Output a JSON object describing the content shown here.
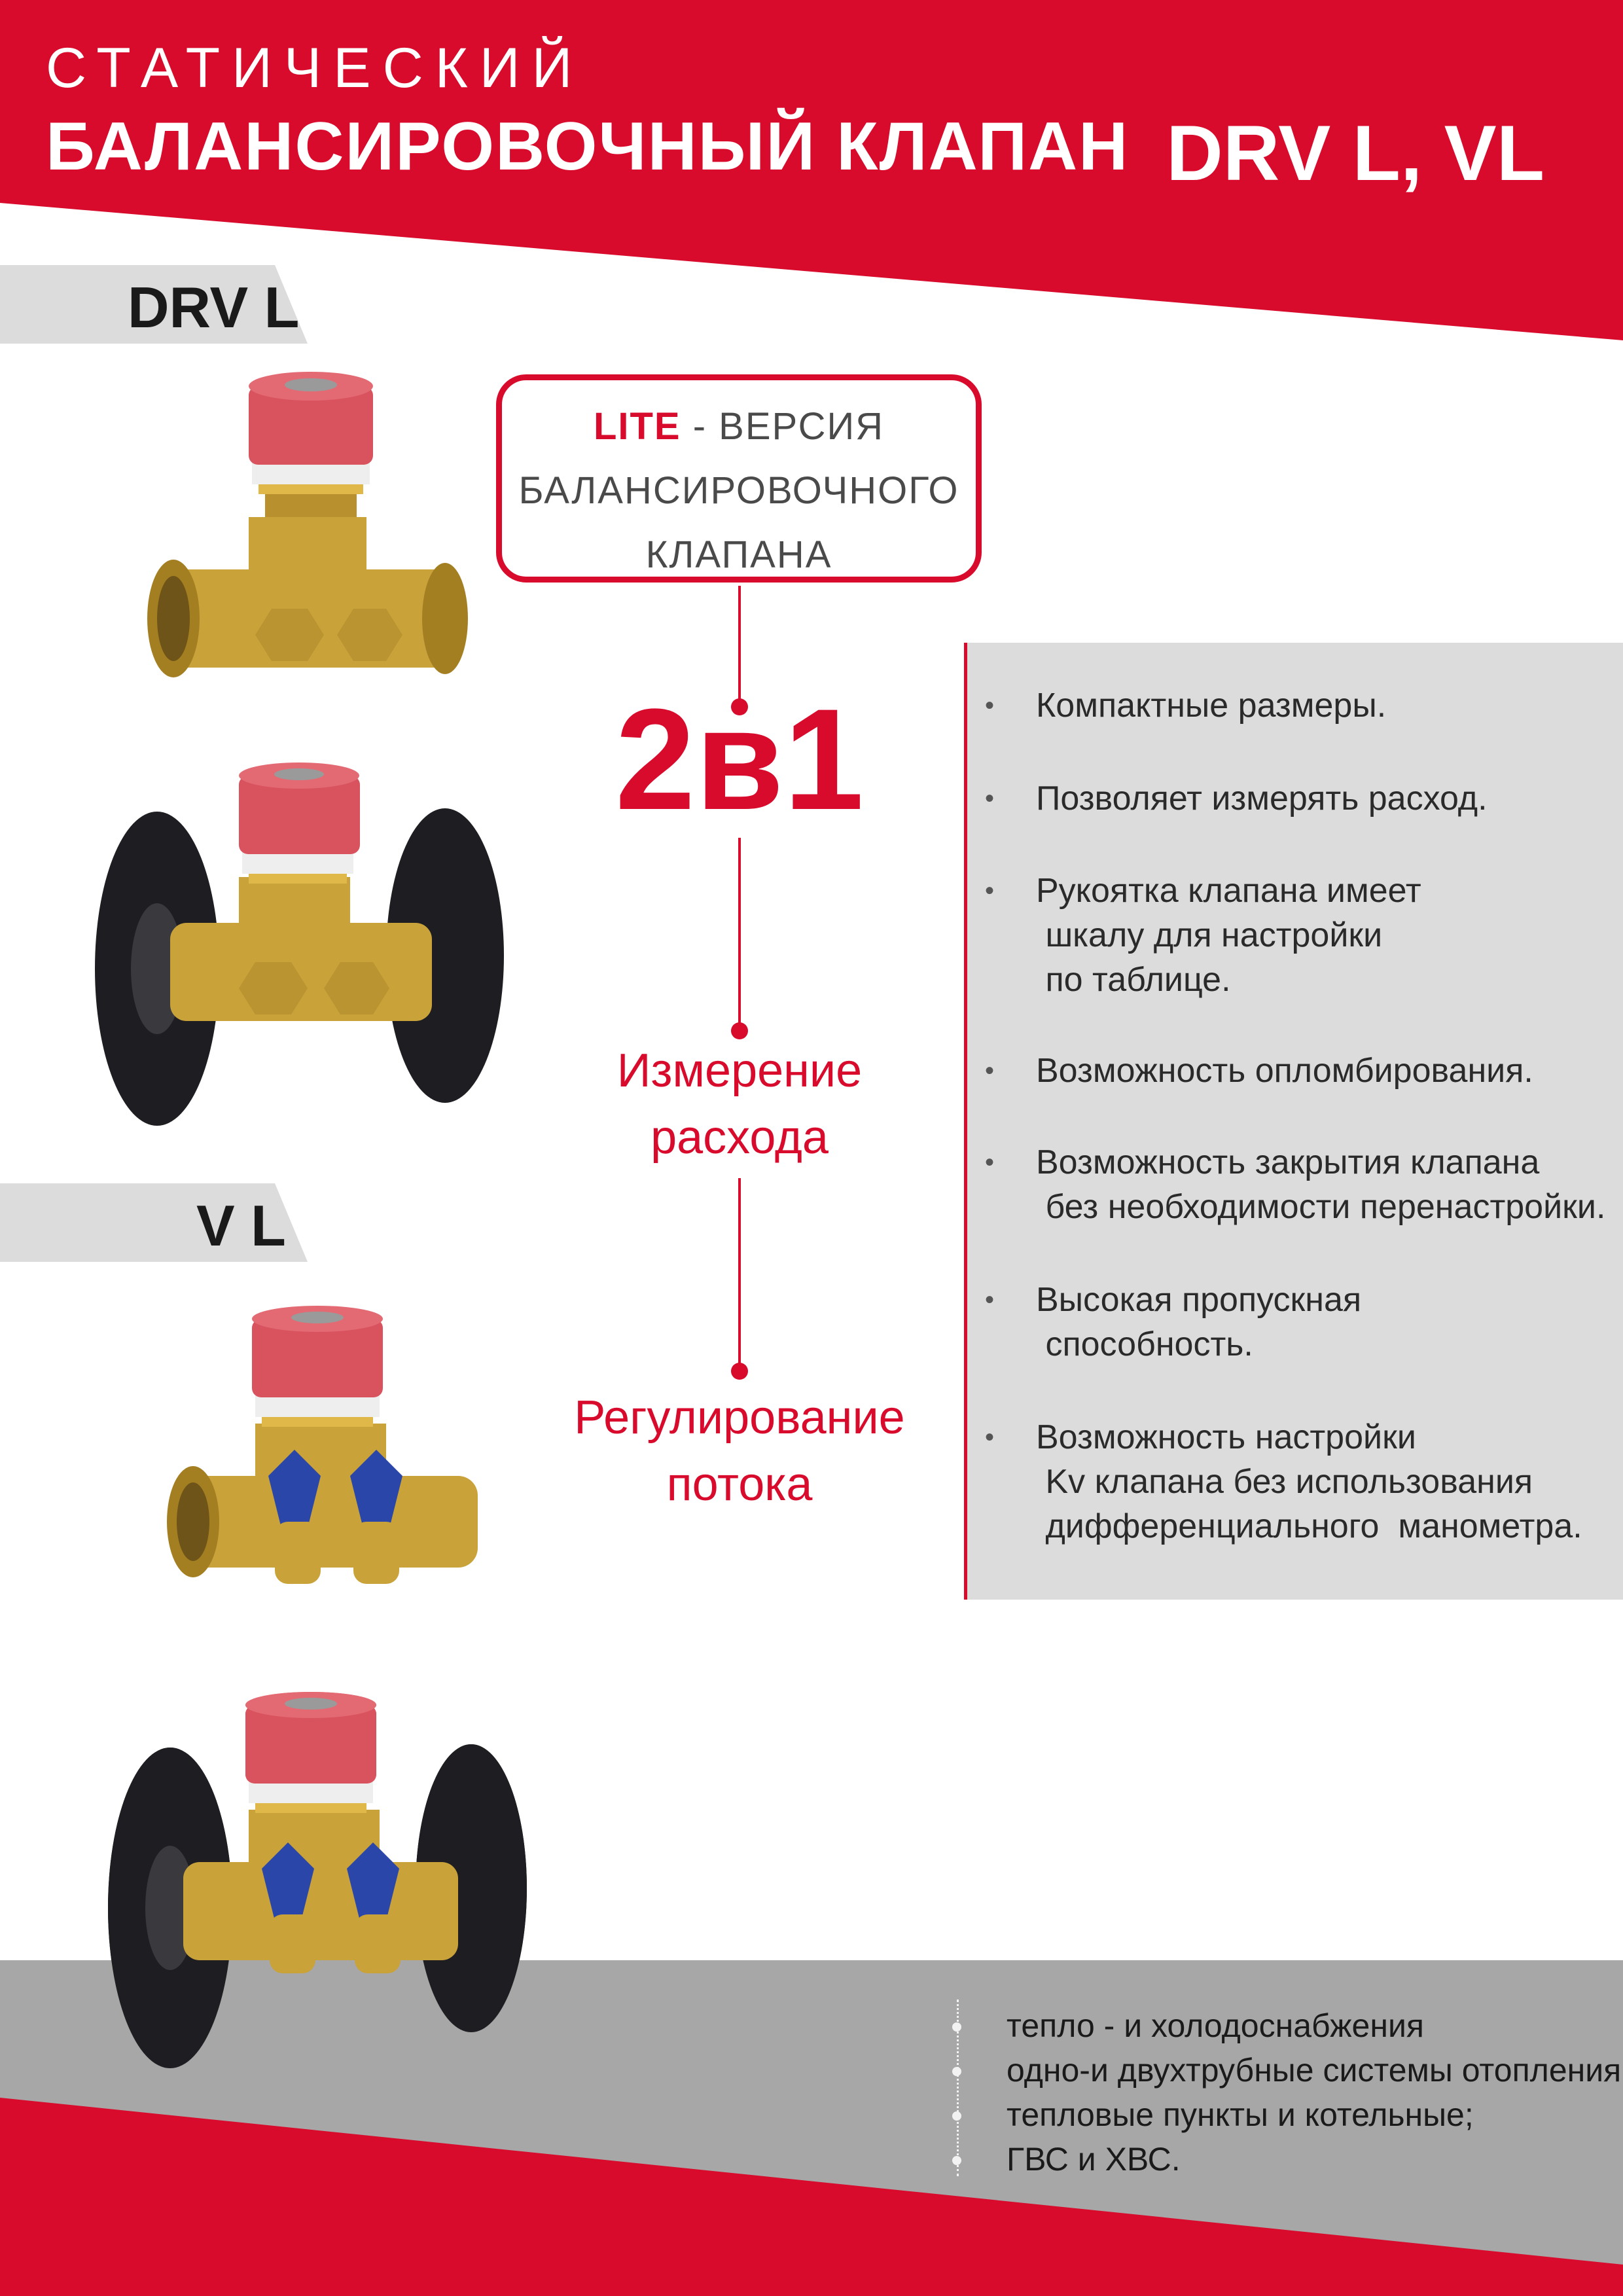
{
  "header": {
    "line1": "СТАТИЧЕСКИЙ",
    "line2": "БАЛАНСИРОВОЧНЫЙ  КЛАПАН",
    "model": "DRV L, VL"
  },
  "sections": {
    "drv_label": "DRV L",
    "vl_label": "V L"
  },
  "lite_box": {
    "strong": "LITE",
    "line1_rest": " - ВЕРСИЯ",
    "line2": "БАЛАНСИРОВОЧНОГО",
    "line3": "КЛАПАНА"
  },
  "timeline": {
    "headline": "2в1",
    "step1_line1": "Измерение",
    "step1_line2": "расхода",
    "step2_line1": "Регулирование",
    "step2_line2": "потока"
  },
  "features": [
    {
      "lines": [
        "Компактные размеры."
      ]
    },
    {
      "lines": [
        "Позволяет измерять расход."
      ]
    },
    {
      "lines": [
        "Рукоятка клапана имеет",
        " шкалу для настройки",
        " по таблице."
      ]
    },
    {
      "lines": [
        "Возможность опломбирования."
      ]
    },
    {
      "lines": [
        "Возможность закрытия клапана",
        " без необходимости перенастройки."
      ]
    },
    {
      "lines": [
        "Высокая пропускная",
        " способность."
      ]
    },
    {
      "lines": [
        "Возможность настройки",
        " Kv клапана без использования",
        " дифференциального  манометра."
      ]
    }
  ],
  "applications": [
    "тепло - и холодоснабжения",
    "одно-и двухтрубные системы отопления;",
    "тепловые пункты и котельные;",
    "ГВС и ХВС."
  ],
  "colors": {
    "brand_red": "#d80b2c",
    "panel_grey": "#dcdcdc",
    "bottom_grey": "#a7a7a7",
    "valve_brass": "#c9a23a",
    "valve_cap": "#d9535e",
    "flange": "#1e1e22",
    "handle_blue": "#2a46a8"
  }
}
